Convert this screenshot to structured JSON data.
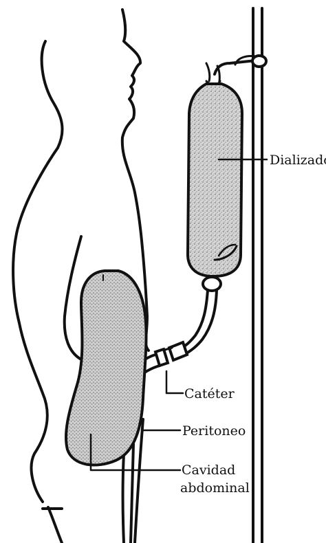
{
  "labels": {
    "dializado": "Dializado",
    "cateter": "Catéter",
    "peritoneo": "Peritoneo",
    "cavidad_line1": "Cavidad",
    "cavidad_line2": "abdominal"
  },
  "colors": {
    "ink": "#111111",
    "stipple_dark": "#7a7a7a",
    "stipple_light": "#d9d9d9"
  }
}
